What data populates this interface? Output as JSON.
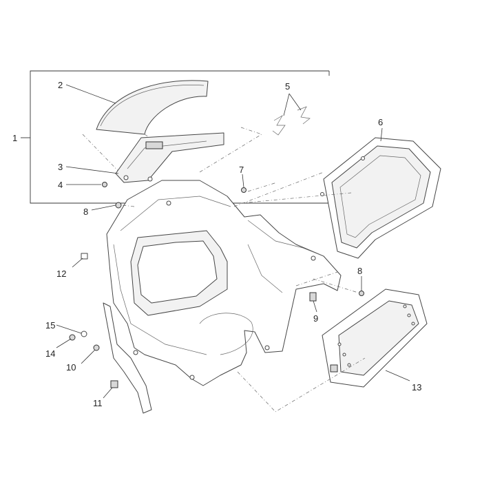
{
  "diagram": {
    "callouts": {
      "c1": "1",
      "c2": "2",
      "c3": "3",
      "c4": "4",
      "c5": "5",
      "c6": "6",
      "c7": "7",
      "c8a": "8",
      "c8b": "8",
      "c9": "9",
      "c10": "10",
      "c11": "11",
      "c12": "12",
      "c13": "13",
      "c14": "14",
      "c15": "15"
    }
  }
}
